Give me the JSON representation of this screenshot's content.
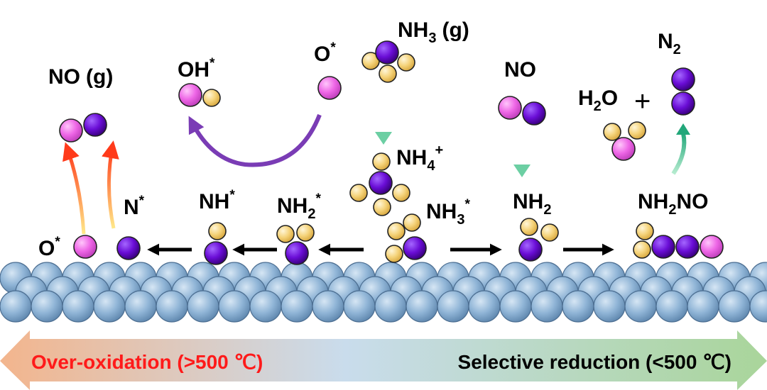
{
  "species": {
    "no_g": {
      "text": "NO",
      "suffix": "(g)"
    },
    "oh_star": {
      "text": "OH",
      "sup": "*"
    },
    "o_star_top": {
      "text": "O",
      "sup": "*"
    },
    "nh3_g": {
      "text": "NH",
      "sub": "3",
      "suffix": "(g)"
    },
    "nh4_plus": {
      "text": "NH",
      "sub": "4",
      "sup": "+"
    },
    "no": {
      "text": "NO"
    },
    "h2o": {
      "text": "H",
      "sub": "2",
      "tail": "O"
    },
    "plus": {
      "text": "+"
    },
    "n2": {
      "text": "N",
      "sub": "2"
    },
    "n_star": {
      "text": "N",
      "sup": "*"
    },
    "nh_star": {
      "text": "NH",
      "sup": "*"
    },
    "nh2_star": {
      "text": "NH",
      "sub": "2",
      "sup": "*"
    },
    "nh3_star": {
      "text": "NH",
      "sub": "3",
      "sup": "*"
    },
    "nh2": {
      "text": "NH",
      "sub": "2"
    },
    "nh2no": {
      "text": "NH",
      "sub": "2",
      "tail": "NO"
    },
    "o_star_surface": {
      "text": "O",
      "sup": "*"
    }
  },
  "banner": {
    "left_label": "Over-oxidation (>500 ℃)",
    "right_label": "Selective reduction (<500 ℃)"
  },
  "colors": {
    "nitrogen": "#6a0dd6",
    "oxygen": "#ee66e6",
    "hydrogen": "#f5d37a",
    "surface": "#8fb4d6",
    "left_text": "#ff1a1a",
    "purple_arrow": "#7a3cb5",
    "green_arrow": "#3fbf8f"
  }
}
